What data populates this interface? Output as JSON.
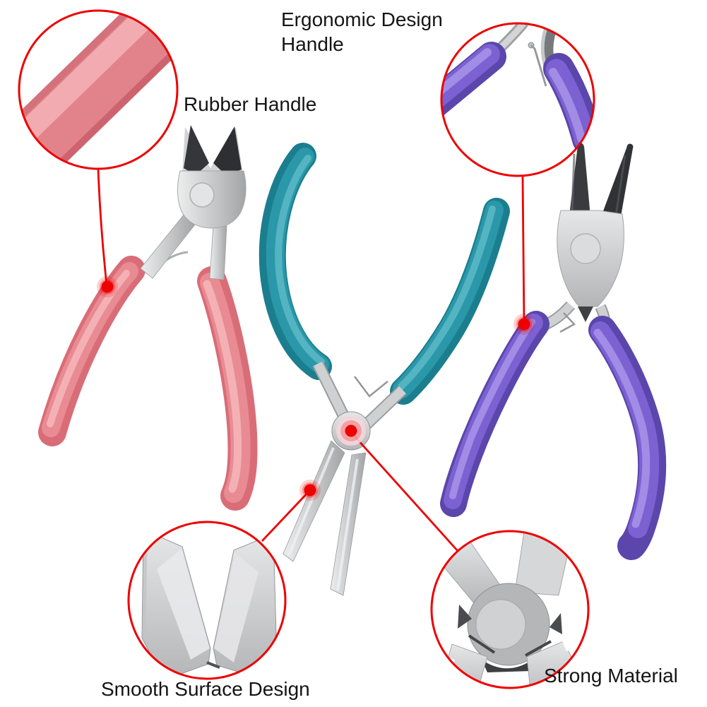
{
  "image_title": "Jewelry pliers product feature image",
  "background_color": "#ffffff",
  "colors": {
    "red": "#ee0000",
    "pink": "#e98b93",
    "teal": "#2a98a9",
    "purple": "#7b61d1",
    "metal": "#c9cacc",
    "text": "#151515"
  },
  "labels": {
    "ergonomic": "Ergonomic Design Handle",
    "rubber": "Rubber Handle",
    "smooth": "Smooth Surface Design",
    "strong": "Strong Material"
  },
  "tools": [
    {
      "name": "side-cutter-pliers",
      "handle_color": "#e98b93"
    },
    {
      "name": "needle-nose-pliers",
      "handle_color": "#2a98a9"
    },
    {
      "name": "round-nose-pliers",
      "handle_color": "#7b61d1"
    }
  ],
  "callouts": [
    {
      "name": "rubber-handle-closeup",
      "label_key": "rubber",
      "points_to": "pink handle"
    },
    {
      "name": "ergonomic-handle-closeup",
      "label_key": "ergonomic",
      "points_to": "purple handle"
    },
    {
      "name": "smooth-jaws-closeup",
      "label_key": "smooth",
      "points_to": "needle-nose jaw"
    },
    {
      "name": "strong-joint-closeup",
      "label_key": "strong",
      "points_to": "pliers joint"
    }
  ]
}
